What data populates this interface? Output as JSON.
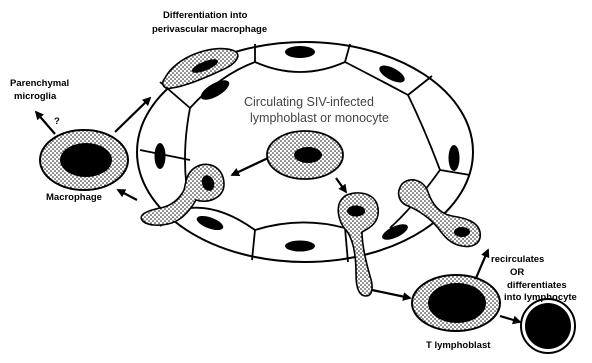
{
  "labels": {
    "differentiation_line1": "Differentiation into",
    "differentiation_line2": "perivascular macrophage",
    "parenchymal_line1": "Parenchymal",
    "parenchymal_line2": "microglia",
    "question_mark": "?",
    "macrophage": "Macrophage",
    "circulating_line1": "Circulating SIV-infected",
    "circulating_line2": "lymphoblast or monocyte",
    "recirculates": "recirculates",
    "or": "OR",
    "differentiates_line1": "differentiates",
    "differentiates_line2": "into lymphocyte",
    "t_lymphoblast": "T lymphoblast"
  }
}
